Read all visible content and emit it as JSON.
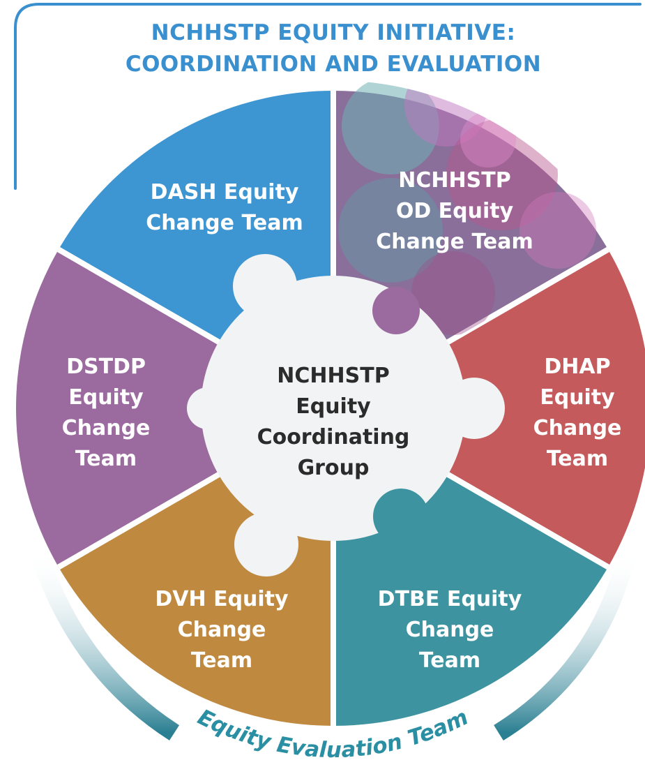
{
  "title": {
    "line1": "NCHHSTP EQUITY INITIATIVE:",
    "line2": "COORDINATION AND EVALUATION"
  },
  "center": {
    "lines": [
      "NCHHSTP",
      "Equity",
      "Coordinating",
      "Group"
    ],
    "fill": "#f2f3f4",
    "text_color": "#2b2b2b"
  },
  "segments": [
    {
      "id": "dash",
      "lines": [
        "DASH Equity",
        "Change Team"
      ],
      "color": "#3d96d1"
    },
    {
      "id": "od",
      "lines": [
        "NCHHSTP",
        "OD Equity",
        "Change Team"
      ],
      "color": "#8a6f9a"
    },
    {
      "id": "dhap",
      "lines": [
        "DHAP",
        "Equity",
        "Change",
        "Team"
      ],
      "color": "#c55a5c"
    },
    {
      "id": "dtbe",
      "lines": [
        "DTBE Equity",
        "Change",
        "Team"
      ],
      "color": "#3d93a0"
    },
    {
      "id": "dvh",
      "lines": [
        "DVH Equity",
        "Change",
        "Team"
      ],
      "color": "#bf8a3f"
    },
    {
      "id": "dstdp",
      "lines": [
        "DSTDP",
        "Equity",
        "Change",
        "Team"
      ],
      "color": "#9b6b9f"
    }
  ],
  "evaluation_arc": {
    "label": "Equity Evaluation Team",
    "color": "#2a8fa3"
  },
  "frame_color": "#3a8fcf"
}
